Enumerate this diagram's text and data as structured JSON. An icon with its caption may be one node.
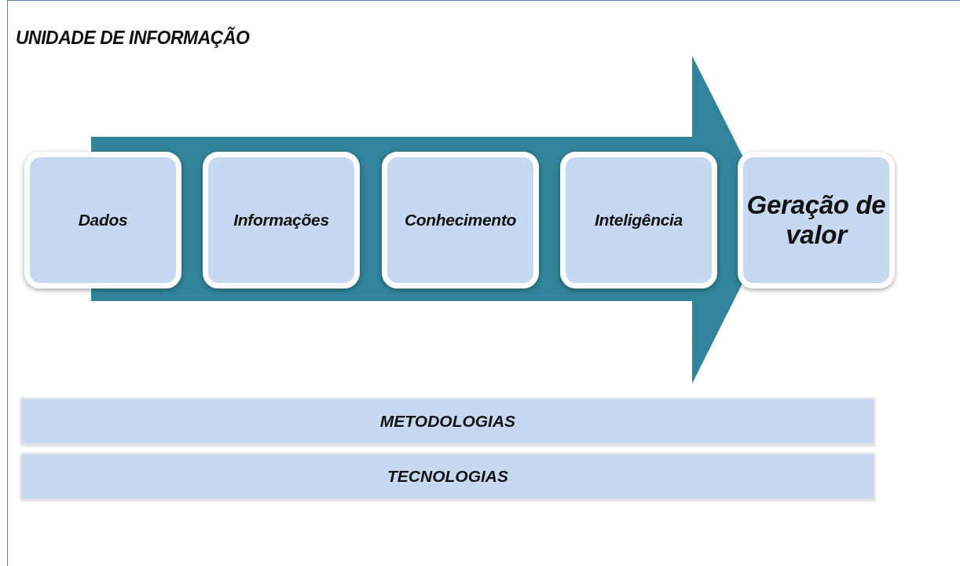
{
  "diagram": {
    "title": "UNIDADE DE INFORMAÇÃO",
    "nodes": [
      {
        "text": [
          "Dados"
        ]
      },
      {
        "text": [
          "Informações"
        ]
      },
      {
        "text": [
          "Conhecimento"
        ]
      },
      {
        "text": [
          "Inteligência"
        ]
      },
      {
        "text": [
          "Geração de valor"
        ]
      },
      {
        "text": [
          "METODOLOGIAS"
        ]
      },
      {
        "text": [
          "TECNOLOGIAS"
        ]
      }
    ]
  }
}
